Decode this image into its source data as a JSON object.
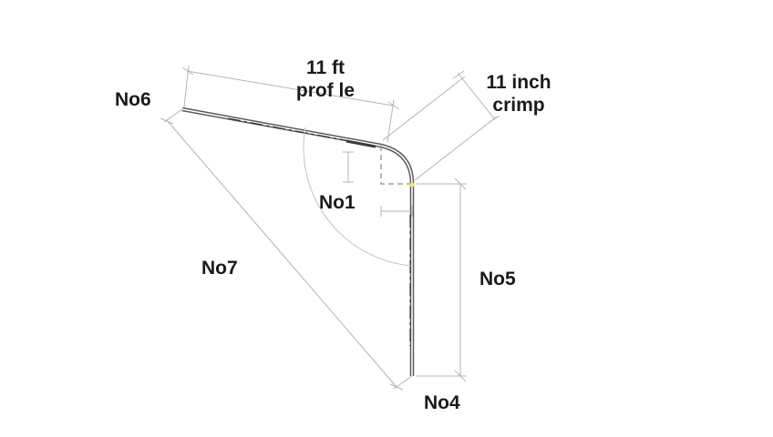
{
  "labels": {
    "no6": "No6",
    "no1": "No1",
    "no7": "No7",
    "no5": "No5",
    "no4": "No4",
    "length_line1": "11 ft",
    "length_line2": "prof le",
    "crimp_line1": "11 inch",
    "crimp_line2": "crimp"
  },
  "colors": {
    "line": "#5a5a5a",
    "dimension": "#b4b4b4",
    "text": "#1a1a1a",
    "highlight": "#f2e85a"
  }
}
